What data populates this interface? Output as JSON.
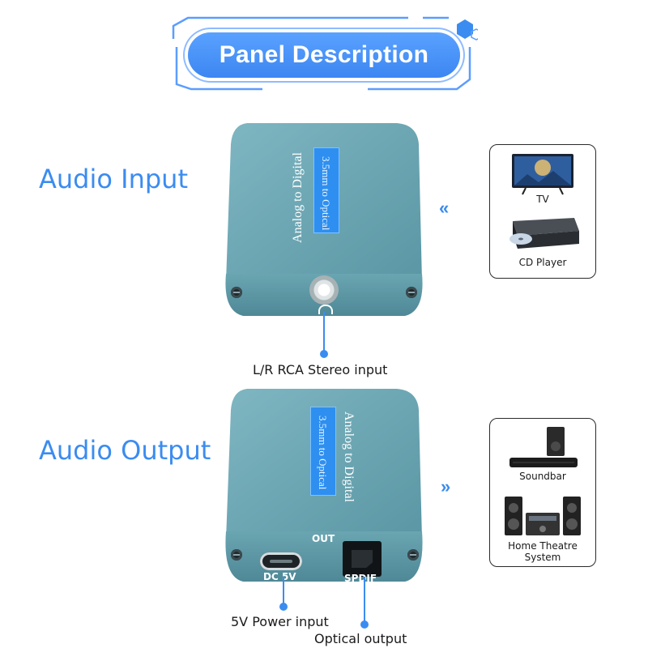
{
  "title": "Panel Description",
  "sections": {
    "input_label": "Audio Input",
    "output_label": "Audio Output"
  },
  "device": {
    "title_text": "Analog to Digital",
    "subtitle_text": "3.5mm to Optical",
    "out_label": "OUT",
    "dc_label": "DC 5V",
    "spdif_label": "SPDIF"
  },
  "captions": {
    "stereo_input": "L/R RCA Stereo input",
    "power_input": "5V Power input",
    "optical_output": "Optical output"
  },
  "sources": [
    {
      "label": "TV",
      "icon": "tv-icon"
    },
    {
      "label": "CD Player",
      "icon": "cd-player-icon"
    }
  ],
  "outputs": [
    {
      "label": "Soundbar",
      "icon": "soundbar-icon"
    },
    {
      "label": "Home Theatre\nSystem",
      "icon": "home-theatre-icon"
    }
  ],
  "colors": {
    "accent": "#3b8cf0",
    "device_body": "#5a9aa8",
    "label_panel": "#2e8ff0"
  },
  "arrows": {
    "input": "«",
    "output": "»"
  }
}
